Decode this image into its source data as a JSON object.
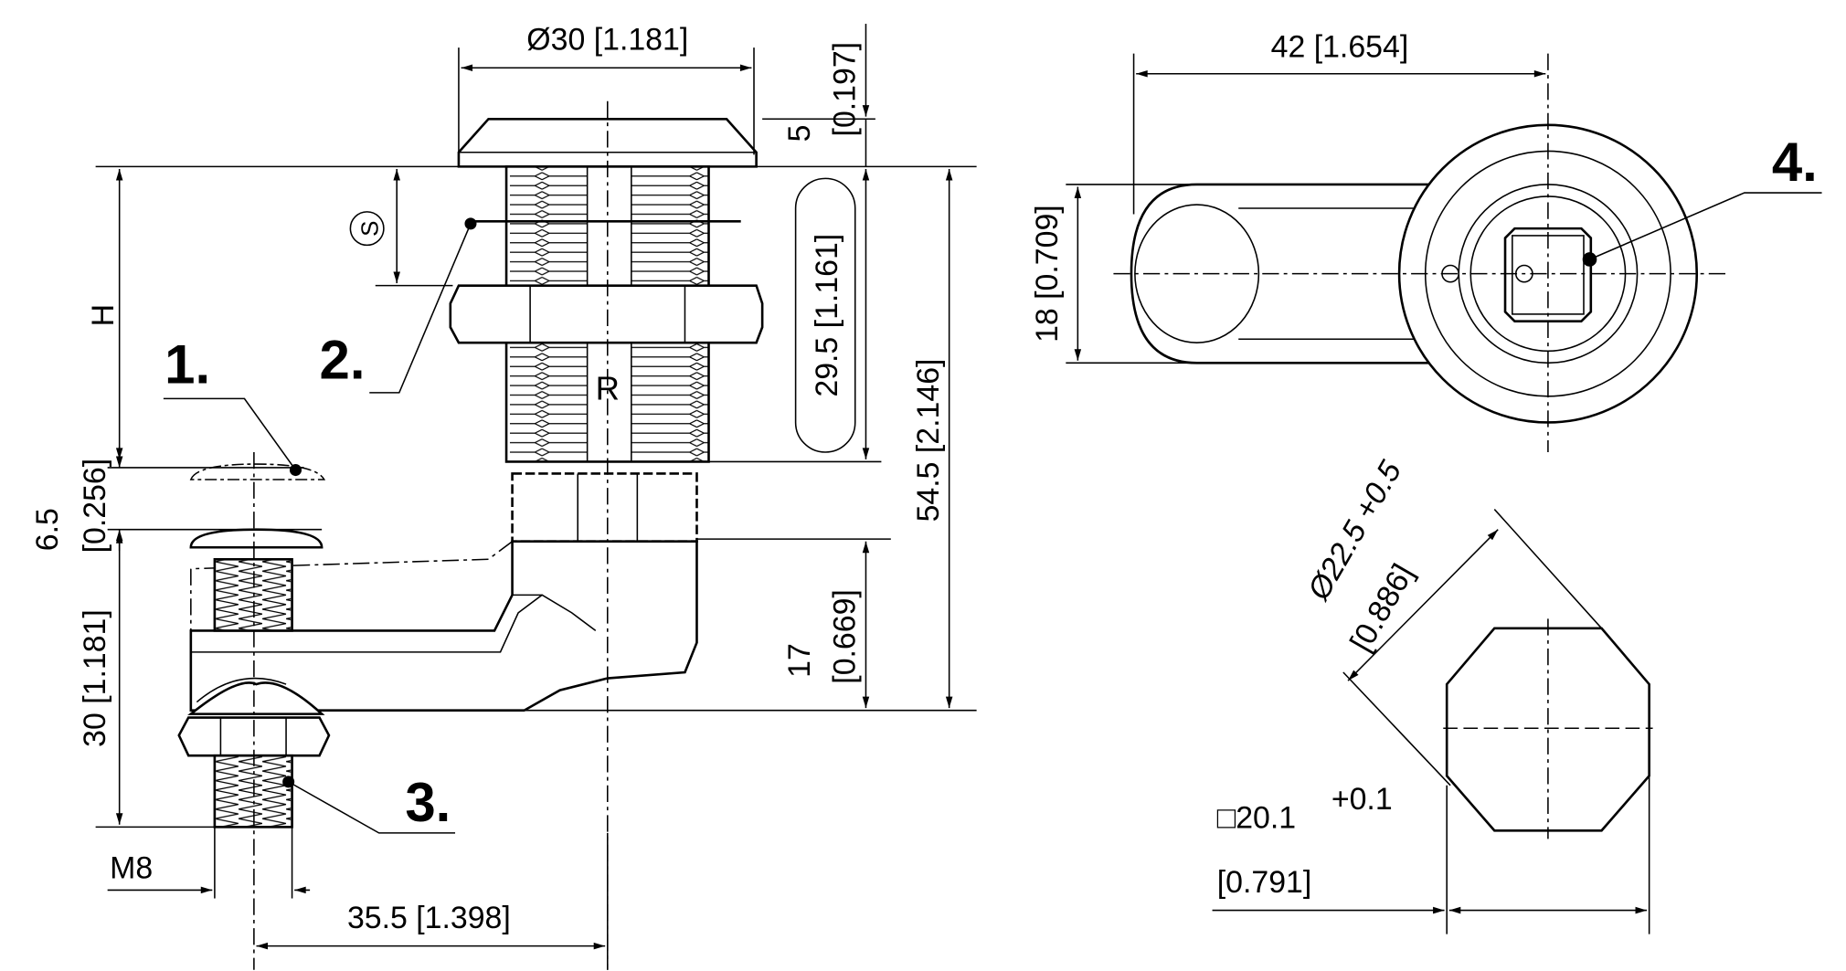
{
  "labels": {
    "one": "1.",
    "two": "2.",
    "three": "3.",
    "four": "4.",
    "s_mark": "S",
    "r_mark": "R"
  },
  "dimensions": {
    "cap_diameter": "Ø30 [1.181]",
    "cap_height": "5",
    "cap_height_in": "[0.197]",
    "h": "H",
    "thread_length": "29.5 [1.161]",
    "total_length": "54.5 [2.146]",
    "cam_offset": "17",
    "cam_offset_in": "[0.669]",
    "stop_height": "6.5",
    "stop_height_in": "[0.256]",
    "bolt_length": "30 [1.181]",
    "bolt_thread": "M8",
    "arm_length": "35.5 [1.398]",
    "lever_width": "42 [1.654]",
    "lever_height": "18 [0.709]",
    "cutout_diameter": "Ø22.5 +0.5",
    "cutout_diameter_in": "[0.886]",
    "cutout_flat": "□20.1",
    "cutout_flat_tol": "+0.1",
    "cutout_flat_in": "[0.791]"
  }
}
